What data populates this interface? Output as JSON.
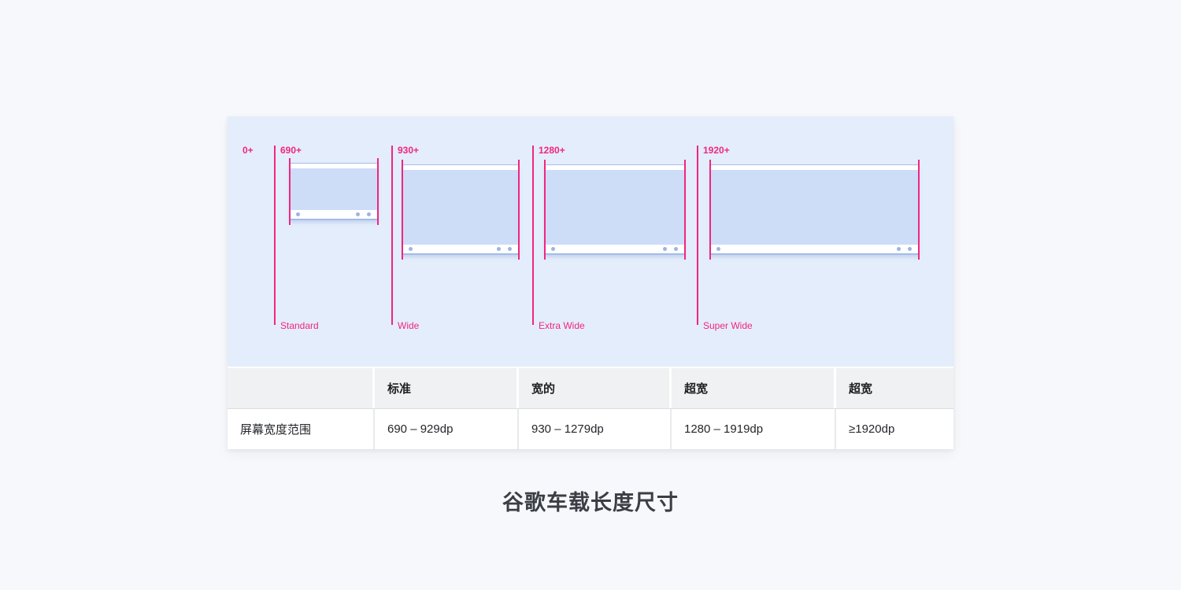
{
  "caption": "谷歌车载长度尺寸",
  "diagram": {
    "zero_label": "0+",
    "groups": [
      {
        "breakpoint": "690+",
        "name": "Standard"
      },
      {
        "breakpoint": "930+",
        "name": "Wide"
      },
      {
        "breakpoint": "1280+",
        "name": "Extra Wide"
      },
      {
        "breakpoint": "1920+",
        "name": "Super Wide"
      }
    ]
  },
  "table": {
    "headers": [
      "",
      "标准",
      "宽的",
      "超宽",
      "超宽"
    ],
    "rows": [
      {
        "label": "屏幕宽度范围",
        "values": [
          "690 – 929dp",
          "930 – 1279dp",
          "1280 – 1919dp",
          "≥1920dp"
        ]
      }
    ]
  },
  "colors": {
    "accent_pink": "#f1267f",
    "panel_blue": "#e4edfb",
    "screen_fill": "#cdddf8",
    "screen_chrome": "#ffffff",
    "screen_outline": "#a9bee9",
    "navbar_dot": "#9db4e4",
    "table_header_bg": "#f0f1f2",
    "table_text": "#202124",
    "page_bg": "#f7f8fb",
    "caption_color": "#3b3e45"
  }
}
